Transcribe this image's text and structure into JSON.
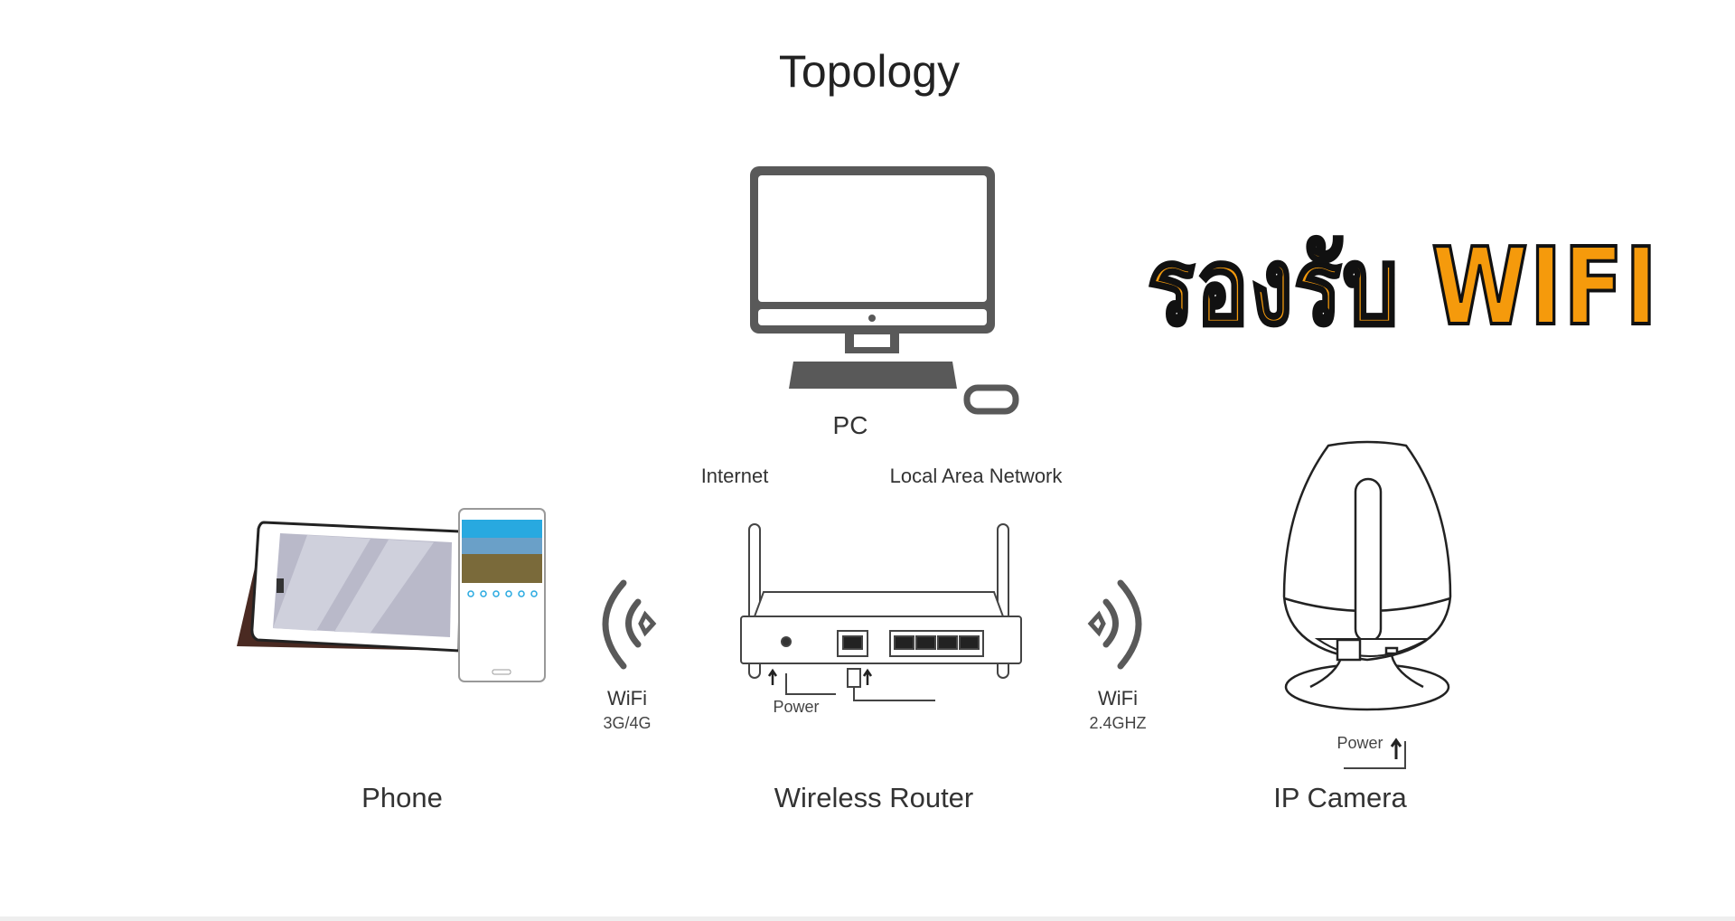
{
  "title": "Topology",
  "badge_text": "รองรับ WIFI",
  "colors": {
    "badge": "#f59a0c",
    "icon_gray": "#595959"
  },
  "pc": {
    "label": "PC"
  },
  "router": {
    "internet_label": "Internet",
    "lan_label": "Local Area Network",
    "power_label": "Power",
    "caption": "Wireless Router"
  },
  "left_link": {
    "label": "WiFi",
    "sub": "3G/4G"
  },
  "right_link": {
    "label": "WiFi",
    "sub": "2.4GHZ"
  },
  "phone": {
    "caption": "Phone"
  },
  "camera": {
    "caption": "IP Camera",
    "power_label": "Power"
  }
}
